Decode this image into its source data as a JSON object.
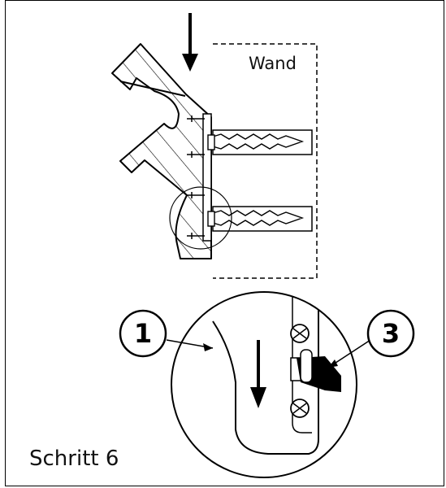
{
  "labels": {
    "wall": "Wand",
    "step": "Schritt 6",
    "callout_left": "1",
    "callout_right": "3"
  },
  "colors": {
    "stroke": "#000000",
    "background": "#ffffff"
  }
}
